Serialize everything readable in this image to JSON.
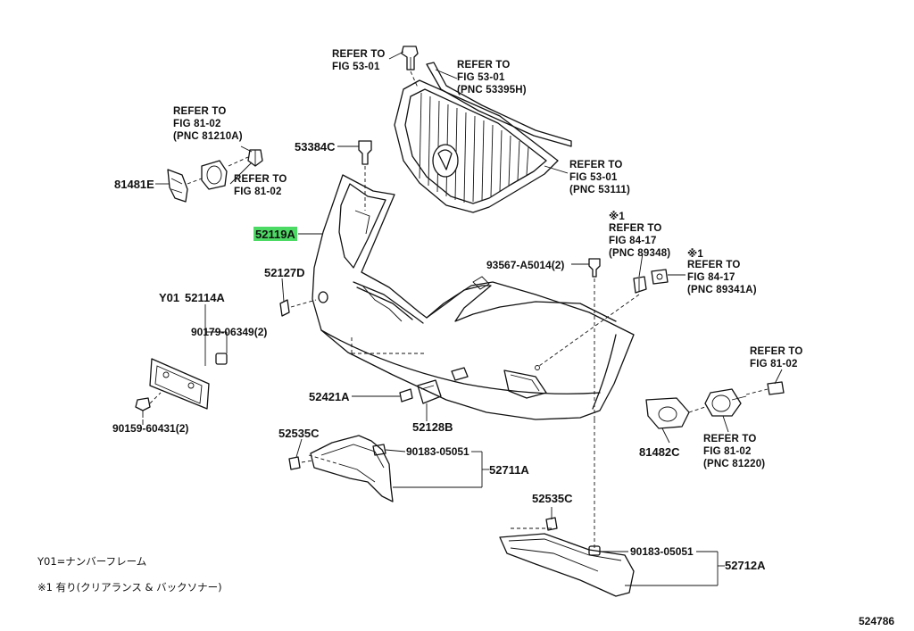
{
  "diagram": {
    "highlight_color": "#4cd964",
    "figure_number": "524786",
    "refer_notes": {
      "grille_fig": [
        "REFER TO",
        "FIG 53-01"
      ],
      "grille_molding": [
        "REFER TO",
        "FIG 53-01",
        "(PNC 53395H)"
      ],
      "emblem": [
        "REFER TO",
        "FIG 53-01",
        "(PNC 53111)"
      ],
      "lamp_81210A": [
        "REFER TO",
        "FIG 81-02",
        "(PNC 81210A)"
      ],
      "lamp_fig81": [
        "REFER TO",
        "FIG 81-02"
      ],
      "sensor_89348": [
        "※1",
        "REFER TO",
        "FIG 84-17",
        "(PNC 89348)"
      ],
      "sensor_89341A": [
        "※1",
        "REFER TO",
        "FIG 84-17",
        "(PNC 89341A)"
      ],
      "fog_bulb": [
        "REFER TO",
        "FIG 81-02"
      ],
      "fog_81220": [
        "REFER TO",
        "FIG 81-02",
        "(PNC 81220)"
      ]
    },
    "part_numbers": {
      "p53384C": "53384C",
      "p81481E": "81481E",
      "p52119A": "52119A",
      "p52127D": "52127D",
      "p93567": "93567-A5014(2)",
      "pY01": "Y01",
      "p52114A": "52114A",
      "p90179": "90179-06349(2)",
      "p90159": "90159-60431(2)",
      "p52421A": "52421A",
      "p52128B": "52128B",
      "p52535C_a": "52535C",
      "p90183_a": "90183-05051",
      "p52711A": "52711A",
      "p81482C": "81482C",
      "p52535C_b": "52535C",
      "p90183_b": "90183-05051",
      "p52712A": "52712A"
    },
    "legend": {
      "y01": "Y01=ナンバーフレーム",
      "note1": "※1 有り(クリアランス  &  バックソナー)"
    }
  }
}
